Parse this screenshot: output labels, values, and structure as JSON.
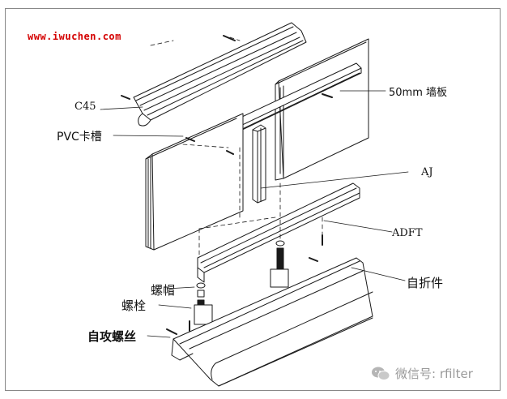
{
  "website": "www.iwuchen.com",
  "labels": {
    "c45": "C45",
    "pvc_channel": "PVC卡槽",
    "wall_panel": "50mm 墙板",
    "aj": "AJ",
    "adft": "ADFT",
    "self_folding_part": "自折件",
    "nut_cap": "螺帽",
    "bolt": "螺栓",
    "self_tapping_screw": "自攻螺丝"
  },
  "watermark": {
    "text": "微信号: rfilter",
    "icon": "wechat-icon"
  },
  "colors": {
    "line": "#1a1a1a",
    "url": "#d40000",
    "watermark": "#9a9a9a"
  }
}
